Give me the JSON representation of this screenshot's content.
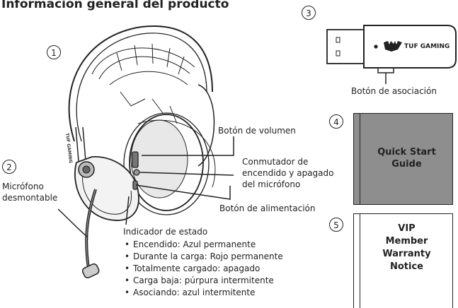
{
  "title": "Información general del producto",
  "numbers": [
    "1",
    "2",
    "3",
    "4",
    "5"
  ],
  "labels": {
    "volume_button": "Botón de volumen",
    "mic_switch_l1": "Conmutador de",
    "mic_switch_l2": "encendido y apagado",
    "mic_switch_l3": "del micrófono",
    "power_button": "Botón de alimentación",
    "mic_l1": "Micrófono",
    "mic_l2": "desmontable",
    "pair_button": "Botón de asociación",
    "status_title": "Indicador de estado"
  },
  "status_items": [
    "Encendido: Azul permanente",
    "Durante la carga: Rojo permanente",
    "Totalmente cargado: apagado",
    "Carga baja: púrpura intermitente",
    "Asociando: azul intermitente"
  ],
  "dongle_brand": "TUF GAMING",
  "headset_brand": "TUF GAMING",
  "quick_start": {
    "l1": "Quick Start",
    "l2": "Guide"
  },
  "warranty": {
    "l1": "VIP",
    "l2": "Member",
    "l3": "Warranty",
    "l4": "Notice"
  },
  "colors": {
    "quick_start_bg": "#8e8e8e",
    "line": "#222222"
  }
}
